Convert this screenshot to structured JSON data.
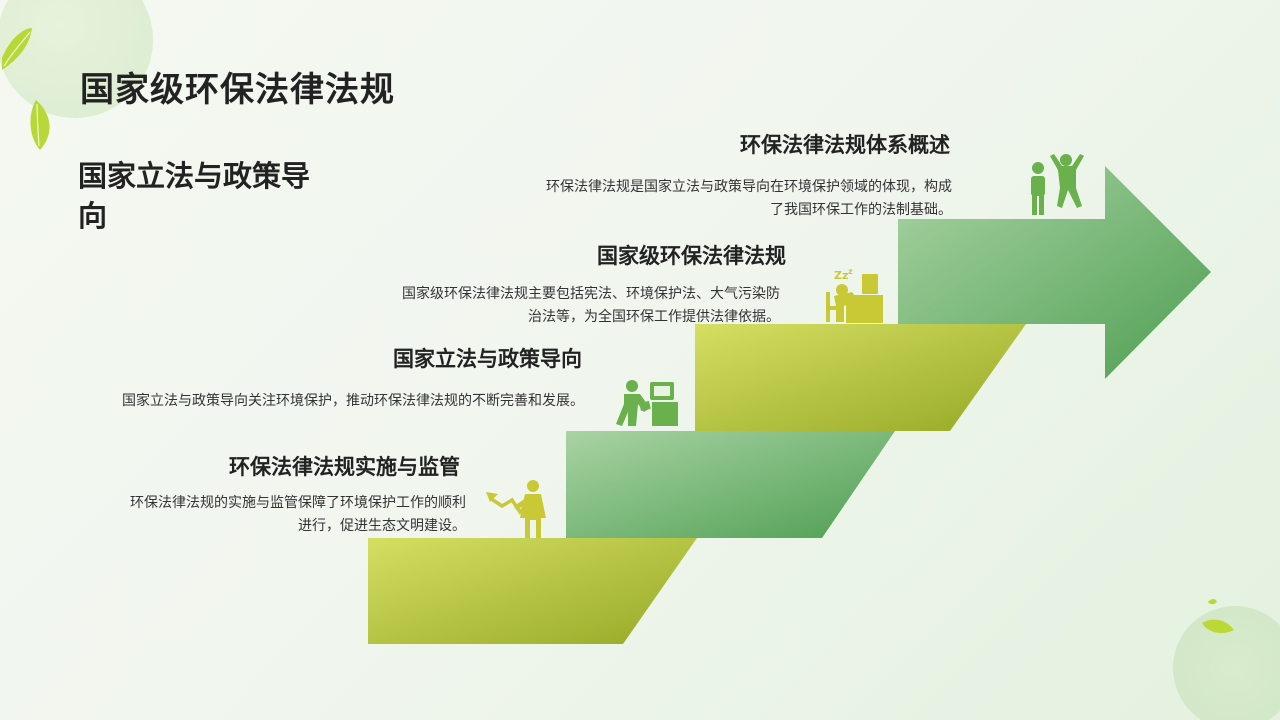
{
  "slide": {
    "title": "国家级环保法律法规",
    "subtitle": "国家立法与政策导向"
  },
  "steps": [
    {
      "heading": "环保法律法规体系概述",
      "text": "环保法律法规是国家立法与政策导向在环境保护领域的体现，构成了我国环保工作的法制基础。",
      "icon": "celebrating-people-icon"
    },
    {
      "heading": "国家级环保法律法规",
      "text": "国家级环保法律法规主要包括宪法、环境保护法、大气污染防治法等，为全国环保工作提供法律依据。",
      "icon": "sleeping-worker-icon"
    },
    {
      "heading": "国家立法与政策导向",
      "text": "国家立法与政策导向关注环境保护，推动环保法律法规的不断完善和发展。",
      "icon": "office-worker-icon"
    },
    {
      "heading": "环保法律法规实施与监管",
      "text": "环保法律法规的实施与监管保障了环境保护工作的顺利进行，促进生态文明建设。",
      "icon": "presenter-trend-icon"
    }
  ],
  "colors": {
    "olive_light": "#d2dc5e",
    "olive_dark": "#9aa82a",
    "green_light": "#a8d1a0",
    "green_dark": "#5aa65c",
    "text": "#222222"
  }
}
